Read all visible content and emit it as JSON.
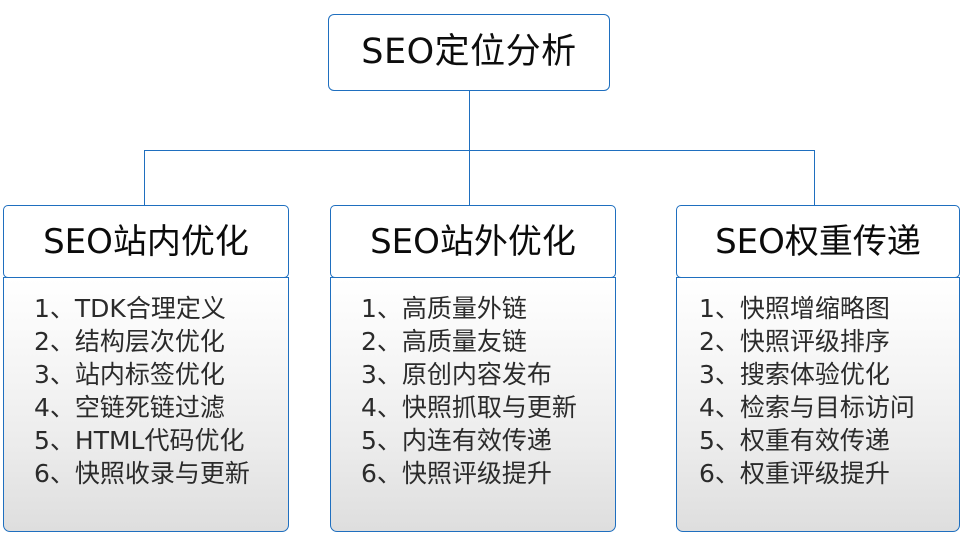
{
  "chart_data": {
    "type": "diagram",
    "title": "SEO定位分析",
    "layout": "org-chart",
    "root": {
      "label": "SEO定位分析"
    },
    "branches": [
      {
        "header": "SEO站内优化",
        "items": [
          "1、TDK合理定义",
          "2、结构层次优化",
          "3、站内标签优化",
          "4、空链死链过滤",
          "5、HTML代码优化",
          "6、快照收录与更新"
        ]
      },
      {
        "header": "SEO站外优化",
        "items": [
          "1、高质量外链",
          "2、高质量友链",
          "3、原创内容发布",
          "4、快照抓取与更新",
          "5、内连有效传递",
          "6、快照评级提升"
        ]
      },
      {
        "header": "SEO权重传递",
        "items": [
          "1、快照增缩略图",
          "2、快照评级排序",
          "3、搜索体验优化",
          "4、检索与目标访问",
          "5、权重有效传递",
          "6、权重评级提升"
        ]
      }
    ],
    "colors": {
      "border": "#1f6fbf",
      "connector": "#1f6fbf",
      "header_text": "#0b0b0b",
      "item_text": "#2b2b2b",
      "body_gradient_top": "#ffffff",
      "body_gradient_bottom": "#dedede",
      "background": "#ffffff"
    }
  }
}
